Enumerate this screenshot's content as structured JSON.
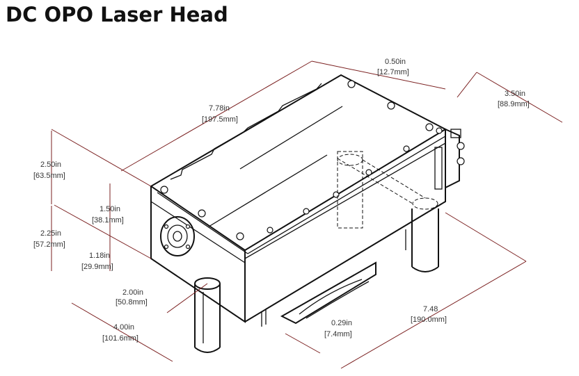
{
  "title": "DC OPO Laser Head",
  "dimensions": [
    {
      "id": "length",
      "in": "7.78in",
      "mm": "[197.5mm]"
    },
    {
      "id": "offset-top",
      "in": "0.50in",
      "mm": "[12.7mm]"
    },
    {
      "id": "width",
      "in": "3.50in",
      "mm": "[88.9mm]"
    },
    {
      "id": "height-upper",
      "in": "2.50in",
      "mm": "[63.5mm]"
    },
    {
      "id": "height-lower",
      "in": "2.25in",
      "mm": "[57.2mm]"
    },
    {
      "id": "port-height",
      "in": "1.50in",
      "mm": "[38.1mm]"
    },
    {
      "id": "port-offset",
      "in": "1.18in",
      "mm": "[29.9mm]"
    },
    {
      "id": "leg-spacing",
      "in": "2.00in",
      "mm": "[50.8mm]"
    },
    {
      "id": "leg-depth",
      "in": "4.00in",
      "mm": "[101.6mm]"
    },
    {
      "id": "leg-dia",
      "in": "0.29in",
      "mm": "[7.4mm]"
    },
    {
      "id": "base-length",
      "in": "7.48",
      "mm": "[190.0mm]"
    }
  ]
}
